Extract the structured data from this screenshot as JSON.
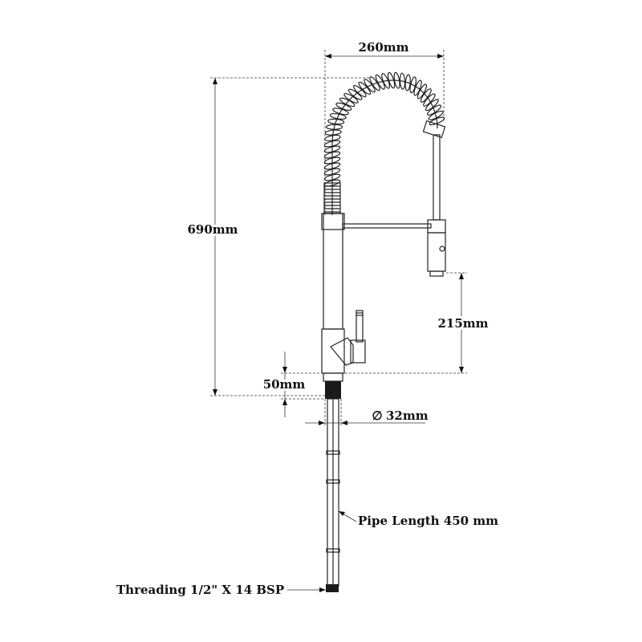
{
  "dimensions": {
    "width_top": "260mm",
    "height_total": "690mm",
    "spout_height": "215mm",
    "base_height": "50mm",
    "diameter": "32mm",
    "diameter_symbol": "∅"
  },
  "callouts": {
    "pipe_length": "Pipe Length 450 mm",
    "threading": "Threading 1/2\" X 14 BSP"
  },
  "colors": {
    "line": "#222222",
    "background": "#ffffff"
  }
}
